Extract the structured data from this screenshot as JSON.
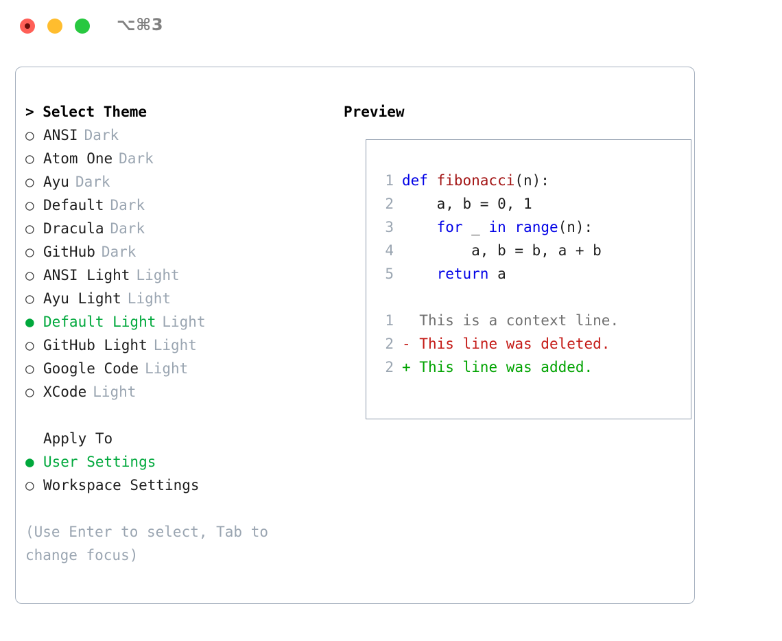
{
  "titlebar": {
    "shortcut": "⌥⌘3",
    "buttons": [
      {
        "name": "close",
        "color": "#ff5f57"
      },
      {
        "name": "minimize",
        "color": "#ffbd2e"
      },
      {
        "name": "maximize",
        "color": "#28c840"
      }
    ]
  },
  "theme_picker": {
    "header": "> Select Theme",
    "items": [
      {
        "marker": "○",
        "name": "ANSI",
        "variant": "Dark",
        "selected": false
      },
      {
        "marker": "○",
        "name": "Atom One",
        "variant": "Dark",
        "selected": false
      },
      {
        "marker": "○",
        "name": "Ayu",
        "variant": "Dark",
        "selected": false
      },
      {
        "marker": "○",
        "name": "Default",
        "variant": "Dark",
        "selected": false
      },
      {
        "marker": "○",
        "name": "Dracula",
        "variant": "Dark",
        "selected": false
      },
      {
        "marker": "○",
        "name": "GitHub",
        "variant": "Dark",
        "selected": false
      },
      {
        "marker": "○",
        "name": "ANSI Light",
        "variant": "Light",
        "selected": false
      },
      {
        "marker": "○",
        "name": "Ayu Light",
        "variant": "Light",
        "selected": false
      },
      {
        "marker": "●",
        "name": "Default Light",
        "variant": "Light",
        "selected": true
      },
      {
        "marker": "○",
        "name": "GitHub Light",
        "variant": "Light",
        "selected": false
      },
      {
        "marker": "○",
        "name": "Google Code",
        "variant": "Light",
        "selected": false
      },
      {
        "marker": "○",
        "name": "XCode",
        "variant": "Light",
        "selected": false
      }
    ]
  },
  "apply_to": {
    "title": "Apply To",
    "options": [
      {
        "marker": "●",
        "label": "User Settings",
        "selected": true
      },
      {
        "marker": "○",
        "label": "Workspace Settings",
        "selected": false
      }
    ]
  },
  "hint": "(Use Enter to select, Tab to change focus)",
  "preview": {
    "header": "Preview",
    "code_lines": [
      {
        "no": "1",
        "tokens": [
          {
            "t": "def ",
            "c": "kw"
          },
          {
            "t": "fibonacci",
            "c": "fn"
          },
          {
            "t": "(n):",
            "c": "plain"
          }
        ]
      },
      {
        "no": "2",
        "tokens": [
          {
            "t": "    a, b = 0, 1",
            "c": "plain"
          }
        ]
      },
      {
        "no": "3",
        "tokens": [
          {
            "t": "    ",
            "c": "plain"
          },
          {
            "t": "for",
            "c": "kw"
          },
          {
            "t": " _ ",
            "c": "plain"
          },
          {
            "t": "in",
            "c": "kw"
          },
          {
            "t": " ",
            "c": "plain"
          },
          {
            "t": "range",
            "c": "kw"
          },
          {
            "t": "(n):",
            "c": "plain"
          }
        ]
      },
      {
        "no": "4",
        "tokens": [
          {
            "t": "        a, b = b, a + b",
            "c": "plain"
          }
        ]
      },
      {
        "no": "5",
        "tokens": [
          {
            "t": "    ",
            "c": "plain"
          },
          {
            "t": "return",
            "c": "kw"
          },
          {
            "t": " a",
            "c": "plain"
          }
        ]
      }
    ],
    "diff_lines": [
      {
        "no": "1",
        "sign": " ",
        "text": " This is a context line.",
        "kind": "ctx"
      },
      {
        "no": "2",
        "sign": "-",
        "text": " This line was deleted.",
        "kind": "del"
      },
      {
        "no": "2",
        "sign": "+",
        "text": " This line was added.",
        "kind": "add"
      }
    ]
  },
  "colors": {
    "accent_green": "#00a83c",
    "muted": "#9aa5b1",
    "keyword_blue": "#0000e6",
    "function_red": "#a31515",
    "diff_delete": "#c41a16",
    "diff_add": "#00a300",
    "panel_border": "#a6b1bf"
  }
}
